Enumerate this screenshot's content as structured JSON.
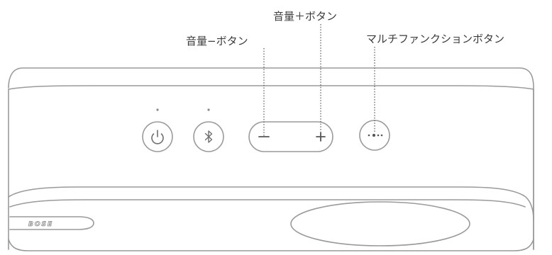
{
  "labels": {
    "volume_down": "音量−ボタン",
    "volume_up": "音量＋ボタン",
    "multifunction": "マルチファンクションボタン"
  },
  "logo_text": "BOSE",
  "colors": {
    "outline": "#9a9a9a",
    "outline_dark": "#6f6f6f",
    "text": "#3c3c3c",
    "background": "#ffffff"
  },
  "icons": {
    "power": "power-icon",
    "bluetooth": "bluetooth-icon",
    "minus": "minus-icon",
    "plus": "plus-icon",
    "multifunction": "dots-icon"
  }
}
